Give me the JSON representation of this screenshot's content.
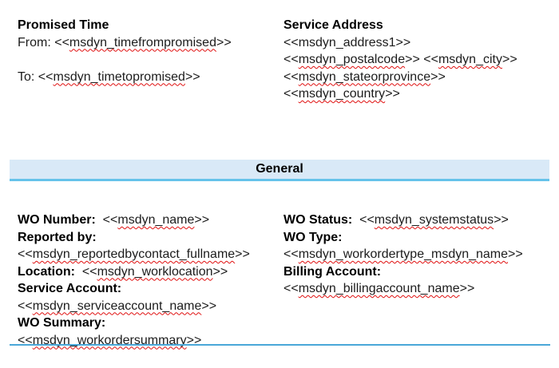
{
  "colors": {
    "banner_bg": "#d9e9f7",
    "banner_border": "#66c3ea",
    "bottom_rule": "#4aa7d8",
    "squiggle": "#e01010"
  },
  "promised_time": {
    "heading": "Promised Time",
    "from_prefix": "From: <<",
    "from_field": "msdyn_timefrompromised",
    "from_suffix": ">>",
    "to_prefix": "To: <<",
    "to_field": "msdyn_timetopromised",
    "to_suffix": ">>"
  },
  "service_address": {
    "heading": "Service Address",
    "address1": "<<msdyn_address1>>",
    "postal_prefix": "<<",
    "postalcode_field": "msdyn_postalcode",
    "postal_mid": ">> <<",
    "city_field": "msdyn_city",
    "postal_suffix": ">>",
    "state_prefix": "<<",
    "state_field": "msdyn_stateorprovince",
    "state_suffix": ">>",
    "country_prefix": "<<",
    "country_field": "msdyn_country",
    "country_suffix": ">>"
  },
  "section_header": {
    "label": "General"
  },
  "general_left": {
    "wo_number_label": "WO Number:",
    "wo_number_prefix": "  <<",
    "wo_number_field": "msdyn_name",
    "wo_number_suffix": ">>",
    "reported_by_label": "Reported by:",
    "reported_by_prefix": "<<",
    "reported_by_field": "msdyn_reportedbycontact_fullname",
    "reported_by_suffix": ">>",
    "location_label": "Location:",
    "location_prefix": "  <<",
    "location_field": "msdyn_worklocation",
    "location_suffix": ">>",
    "service_account_label": "Service Account:",
    "service_account_prefix": "<<",
    "service_account_field": "msdyn_serviceaccount_name",
    "service_account_suffix": ">>",
    "wo_summary_label": "WO Summary:",
    "wo_summary_prefix": "<<",
    "wo_summary_field": "msdyn_workordersummary",
    "wo_summary_suffix": ">>"
  },
  "general_right": {
    "wo_status_label": "WO Status:",
    "wo_status_prefix": "  <<",
    "wo_status_field": "msdyn_systemstatus",
    "wo_status_suffix": ">>",
    "wo_type_label": "WO Type:",
    "wo_type_prefix": "<<",
    "wo_type_field": "msdyn_workordertype_msdyn_name",
    "wo_type_suffix": ">>",
    "billing_account_label": "Billing Account:",
    "billing_account_prefix": "<<",
    "billing_account_field": "msdyn_billingaccount_name",
    "billing_account_suffix": ">>"
  }
}
